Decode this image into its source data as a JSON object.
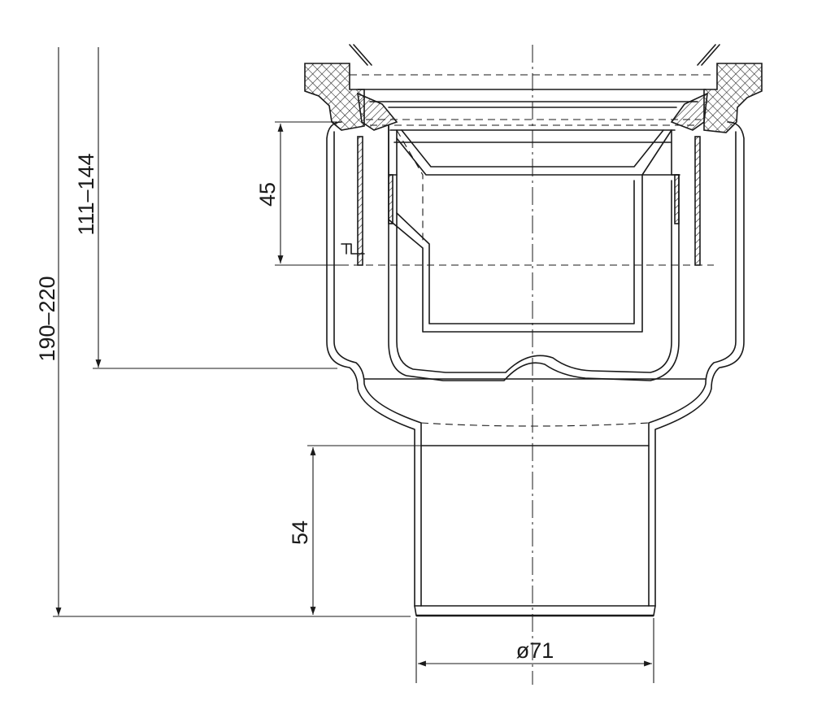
{
  "dimensions": {
    "total_height": "190–220",
    "inlet_height": "111–144",
    "water_seal": "45",
    "outlet_length": "54",
    "outlet_diameter": "ø71"
  }
}
